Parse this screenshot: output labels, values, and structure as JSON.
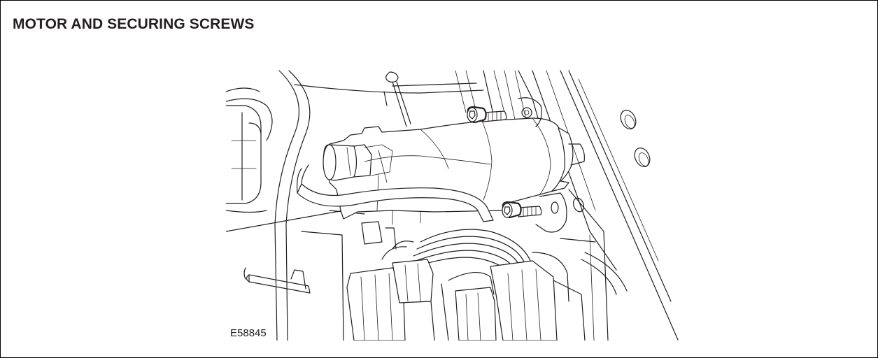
{
  "document": {
    "title": "MOTOR AND SECURING SCREWS",
    "figure_id": "E58845"
  },
  "illustration": {
    "subject": "motor-with-two-securing-screws",
    "style": "black-line-art",
    "stroke_color": "#231f20",
    "background_color": "#ffffff"
  }
}
